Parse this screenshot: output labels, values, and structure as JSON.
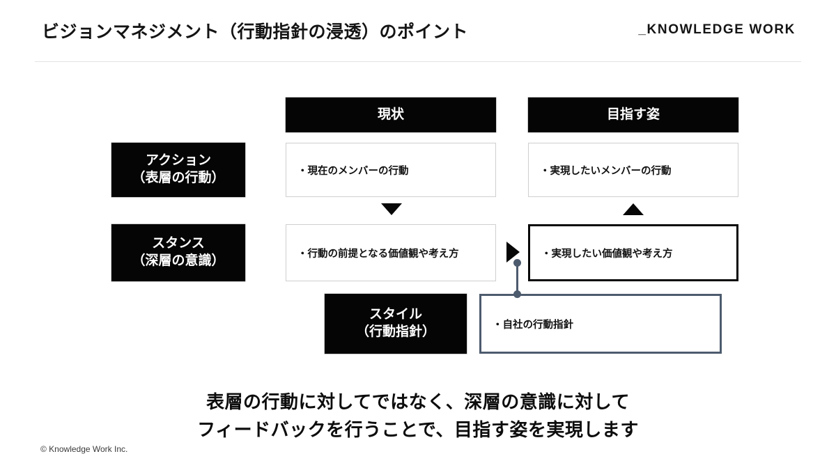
{
  "header": {
    "title": "ビジョンマネジメント（行動指針の浸透）のポイント",
    "logo": "_KNOWLEDGE WORK"
  },
  "matrix": {
    "column_headers": [
      {
        "id": "current",
        "label": "現状"
      },
      {
        "id": "target",
        "label": "目指す姿"
      }
    ],
    "row_labels": [
      {
        "id": "action",
        "label": "アクション\n（表層の行動）",
        "line1": "アクション",
        "line2": "（表層の行動）"
      },
      {
        "id": "stance",
        "label": "スタンス\n（深層の意識）",
        "line1": "スタンス",
        "line2": "（深層の意識）"
      },
      {
        "id": "style",
        "label": "スタイル\n（行動指針）",
        "line1": "スタイル",
        "line2": "（行動指針）"
      }
    ],
    "cells": {
      "current_action": "・現在のメンバーの行動",
      "target_action": "・実現したいメンバーの行動",
      "current_stance": "・行動の前提となる価値観や考え方",
      "target_stance": "・実現したい価値観や考え方",
      "company_guideline": "・自社の行動指針"
    },
    "arrows": [
      {
        "id": "arrow-down-current",
        "direction": "down"
      },
      {
        "id": "arrow-up-target",
        "direction": "up"
      },
      {
        "id": "arrow-right-stance",
        "direction": "right"
      }
    ]
  },
  "summary": {
    "line1": "表層の行動に対してではなく、深層の意識に対して",
    "line2": "フィードバックを行うことで、目指す姿を実現します"
  },
  "footer": {
    "copyright": "© Knowledge Work Inc."
  },
  "colors": {
    "black": "#050505",
    "slate": "#4d5b6e",
    "light_border": "#cfcfcf",
    "divider": "#e2e2e2",
    "background": "#ffffff"
  }
}
